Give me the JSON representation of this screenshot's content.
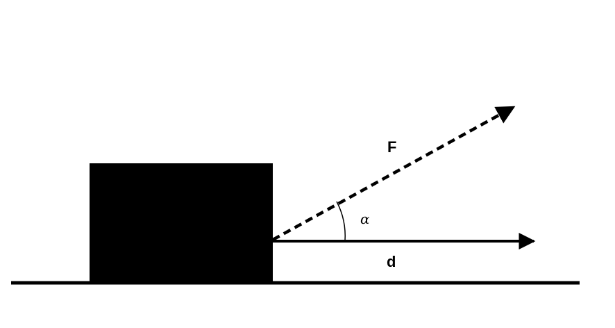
{
  "diagram": {
    "labels": {
      "force": "F",
      "angle": "α",
      "displacement": "d"
    },
    "colors": {
      "ink": "#000000",
      "background": "#ffffff"
    }
  }
}
